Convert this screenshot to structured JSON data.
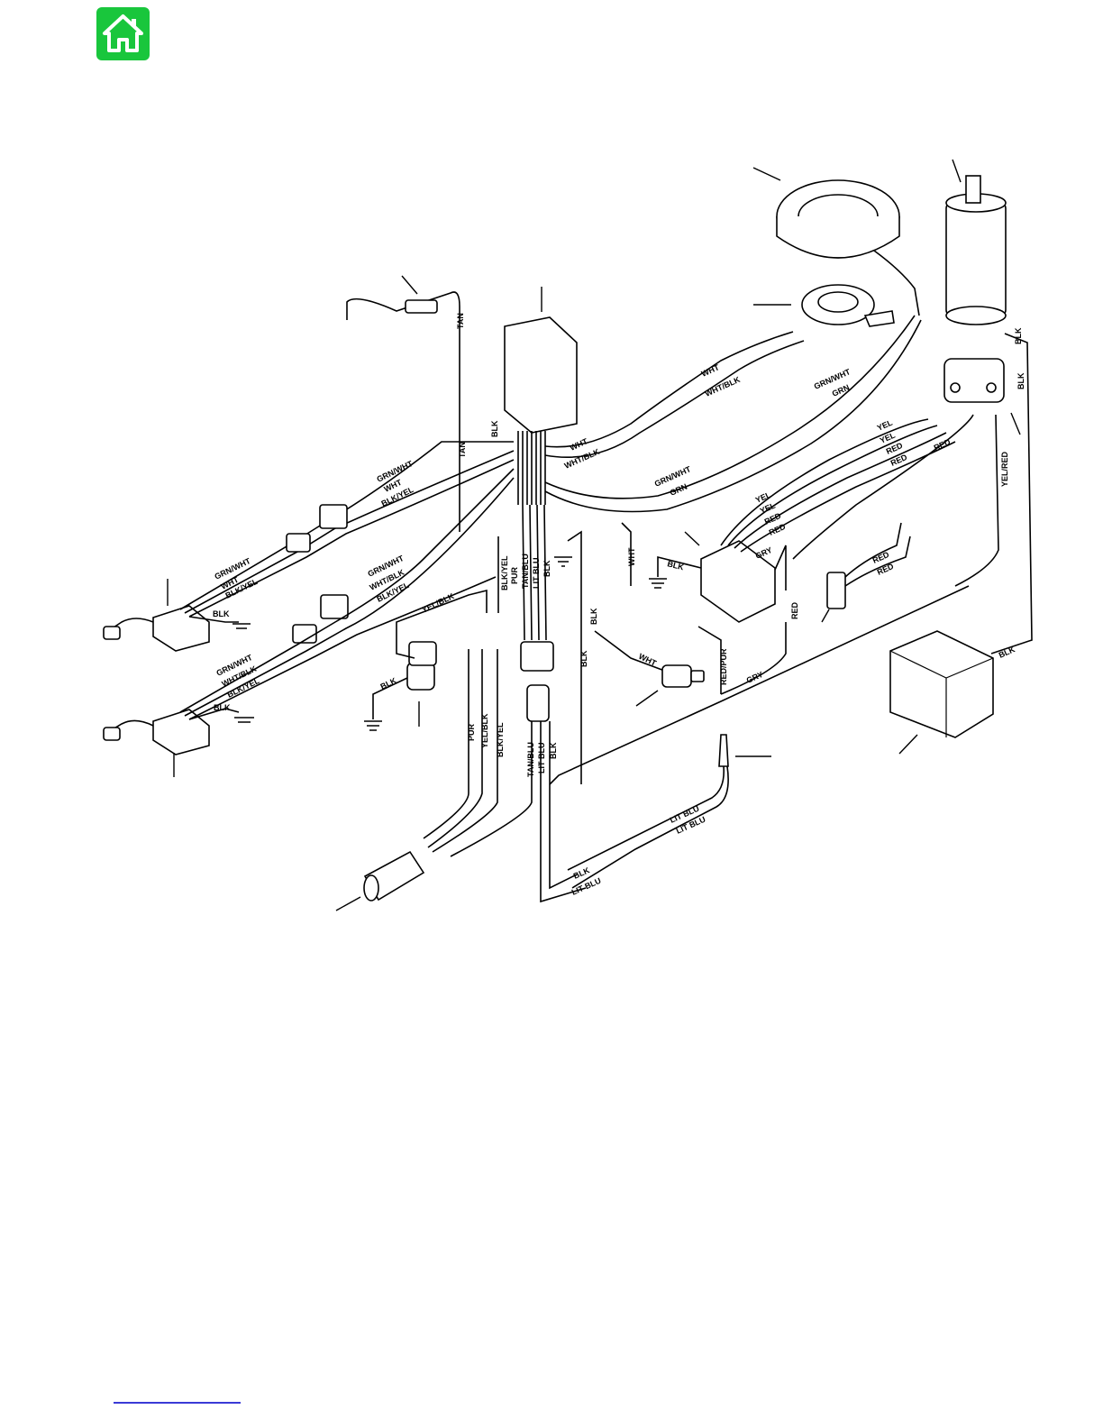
{
  "nav": {
    "home_icon": "home-icon",
    "home_color": "#19c63c"
  },
  "labels": {
    "tan": "TAN",
    "blk": "BLK",
    "wht": "WHT",
    "wht_blk": "WHT/BLK",
    "grn_wht": "GRN/WHT",
    "grn": "GRN",
    "yel": "YEL",
    "red": "RED",
    "blk_yel": "BLK/YEL",
    "pur": "PUR",
    "tan_blu": "TAN/BLU",
    "lit_blu": "LIT BLU",
    "yel_blk": "YEL/BLK",
    "red_pur": "RED/PUR",
    "gry": "GRY",
    "yel_red": "YEL/RED"
  }
}
